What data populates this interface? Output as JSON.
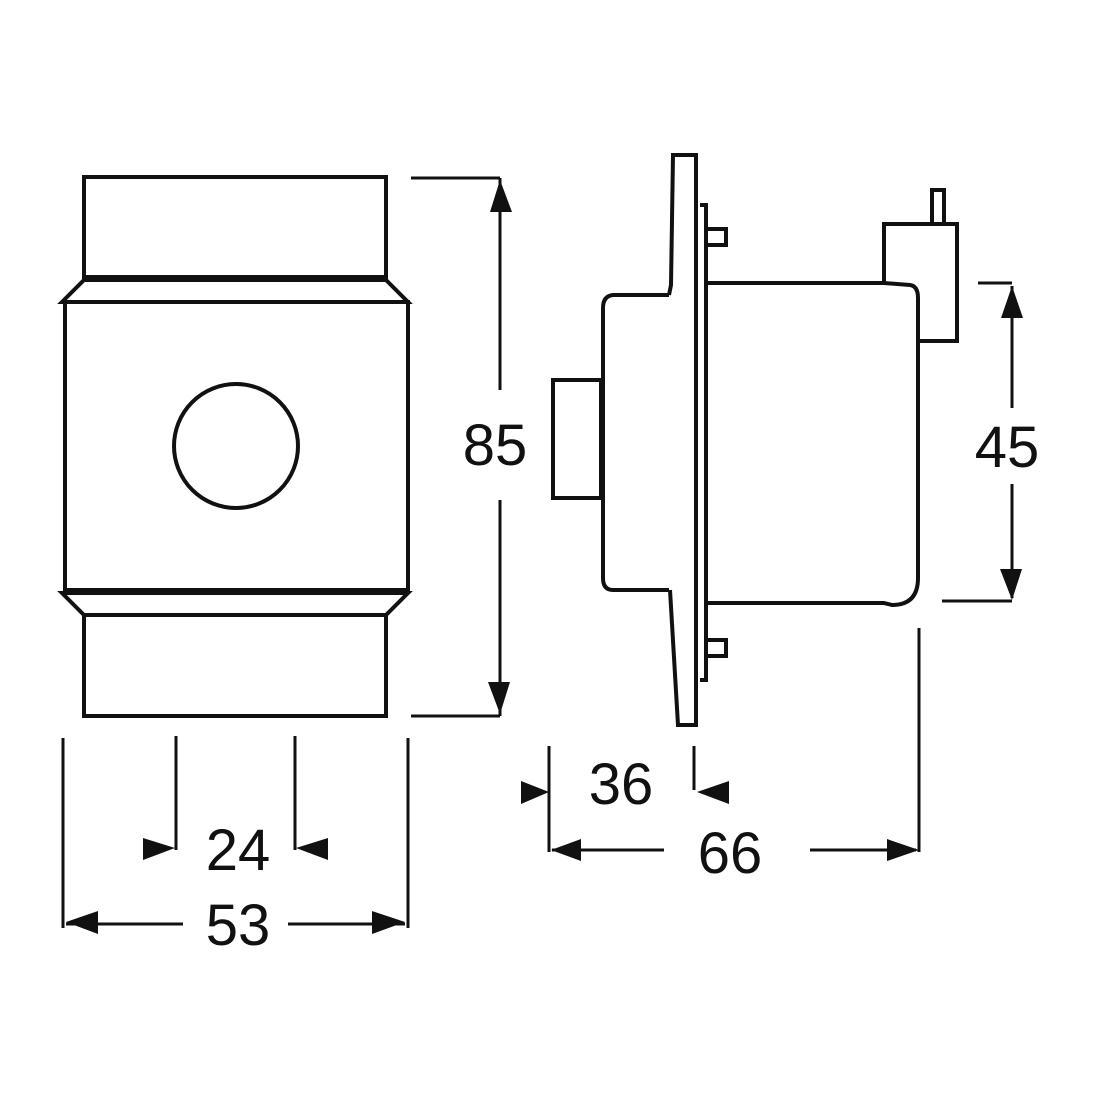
{
  "dimensions": {
    "height_total": "85",
    "height_body": "45",
    "width_total": "53",
    "width_knob": "24",
    "depth_front": "36",
    "depth_total": "66"
  },
  "colors": {
    "line": "#111111",
    "background": "#ffffff"
  }
}
